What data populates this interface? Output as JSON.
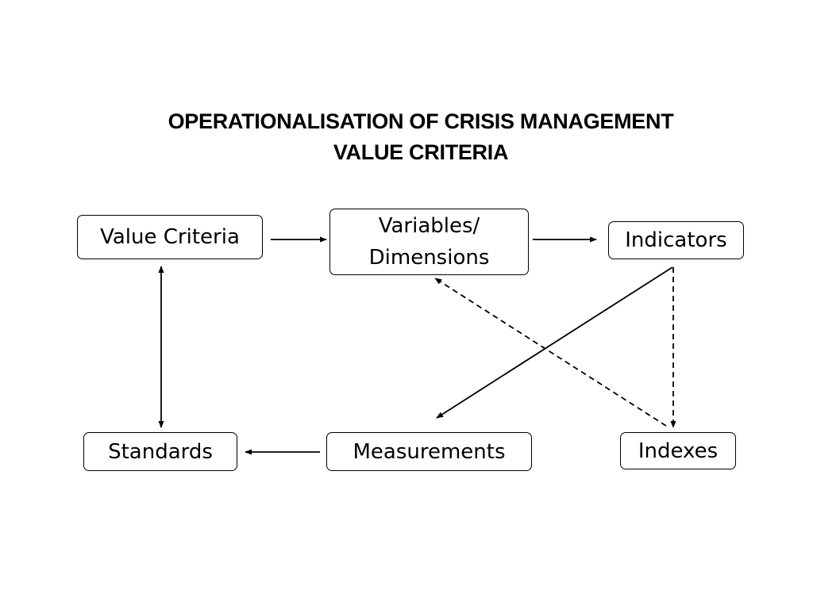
{
  "title": {
    "line1": "OPERATIONALISATION OF CRISIS MANAGEMENT",
    "line2": "VALUE CRITERIA"
  },
  "nodes": {
    "value_criteria": "Value Criteria",
    "variables_line1": "Variables/",
    "variables_line2": "Dimensions",
    "indicators": "Indicators",
    "standards": "Standards",
    "measurements": "Measurements",
    "indexes": "Indexes"
  },
  "edges": [
    {
      "from": "Value Criteria",
      "to": "Variables/ Dimensions",
      "style": "solid"
    },
    {
      "from": "Variables/ Dimensions",
      "to": "Indicators",
      "style": "solid"
    },
    {
      "from": "Value Criteria",
      "to": "Standards",
      "style": "solid",
      "bidirectional": true
    },
    {
      "from": "Indicators",
      "to": "Measurements",
      "style": "solid"
    },
    {
      "from": "Indicators",
      "to": "Indexes",
      "style": "dashed"
    },
    {
      "from": "Indexes",
      "to": "Variables/ Dimensions",
      "style": "dashed"
    },
    {
      "from": "Measurements",
      "to": "Standards",
      "style": "solid"
    }
  ],
  "colors": {
    "line": "#000000",
    "background": "#ffffff"
  }
}
